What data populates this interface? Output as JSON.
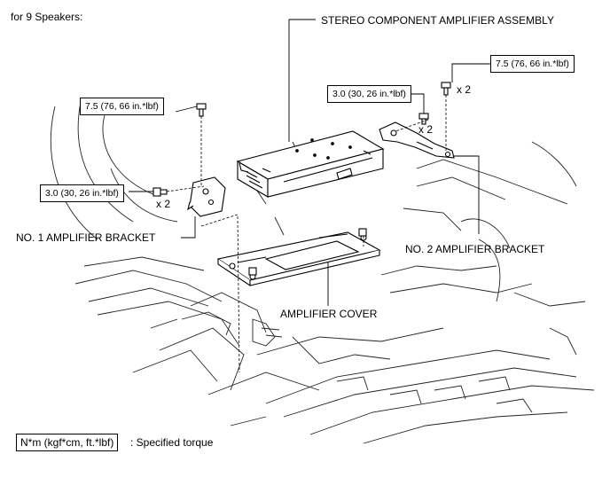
{
  "title": "for 9 Speakers:",
  "labels": {
    "stereo_amp": "STEREO COMPONENT AMPLIFIER ASSEMBLY",
    "bracket1": "NO. 1 AMPLIFIER BRACKET",
    "bracket2": "NO. 2 AMPLIFIER BRACKET",
    "cover": "AMPLIFIER COVER"
  },
  "torques": {
    "t1": "7.5 (76, 66 in.*lbf)",
    "t2": "3.0 (30, 26 in.*lbf)",
    "t3": "7.5 (76, 66 in.*lbf)",
    "t4": "3.0 (30, 26 in.*lbf)"
  },
  "quantities": {
    "q1": "x 2",
    "q2": "x 2",
    "q3": "x 2"
  },
  "legend": {
    "unit_box": "N*m (kgf*cm, ft.*lbf)",
    "text": ": Specified torque"
  },
  "colors": {
    "line": "#000000",
    "background": "#ffffff"
  }
}
